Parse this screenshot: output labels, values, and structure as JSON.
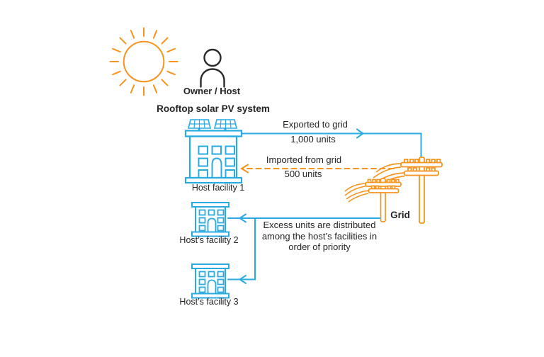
{
  "diagram": {
    "title": "Rooftop solar PV system",
    "owner_label": "Owner / Host",
    "system_label": "Rooftop solar PV system",
    "grid_label": "Grid",
    "facilities": [
      {
        "label": "Host facility 1"
      },
      {
        "label": "Host’s facility 2"
      },
      {
        "label": "Host’s facility 3"
      }
    ],
    "flows": {
      "export": {
        "label": "Exported to grid",
        "amount": "1,000 units"
      },
      "import": {
        "label": "Imported from grid",
        "amount": "500 units"
      },
      "excess": {
        "note": "Excess units are distributed among the host’s facilities in order of priority"
      }
    },
    "icons": {
      "sun": "sun-icon",
      "owner": "person-icon",
      "solar_panels": "solar-panel-icon",
      "building": "building-icon",
      "power_pole": "power-pole-icon"
    },
    "colors": {
      "blue": "#29ABE2",
      "orange": "#F7941D",
      "text": "#262324",
      "background": "#FFFFFF"
    }
  }
}
